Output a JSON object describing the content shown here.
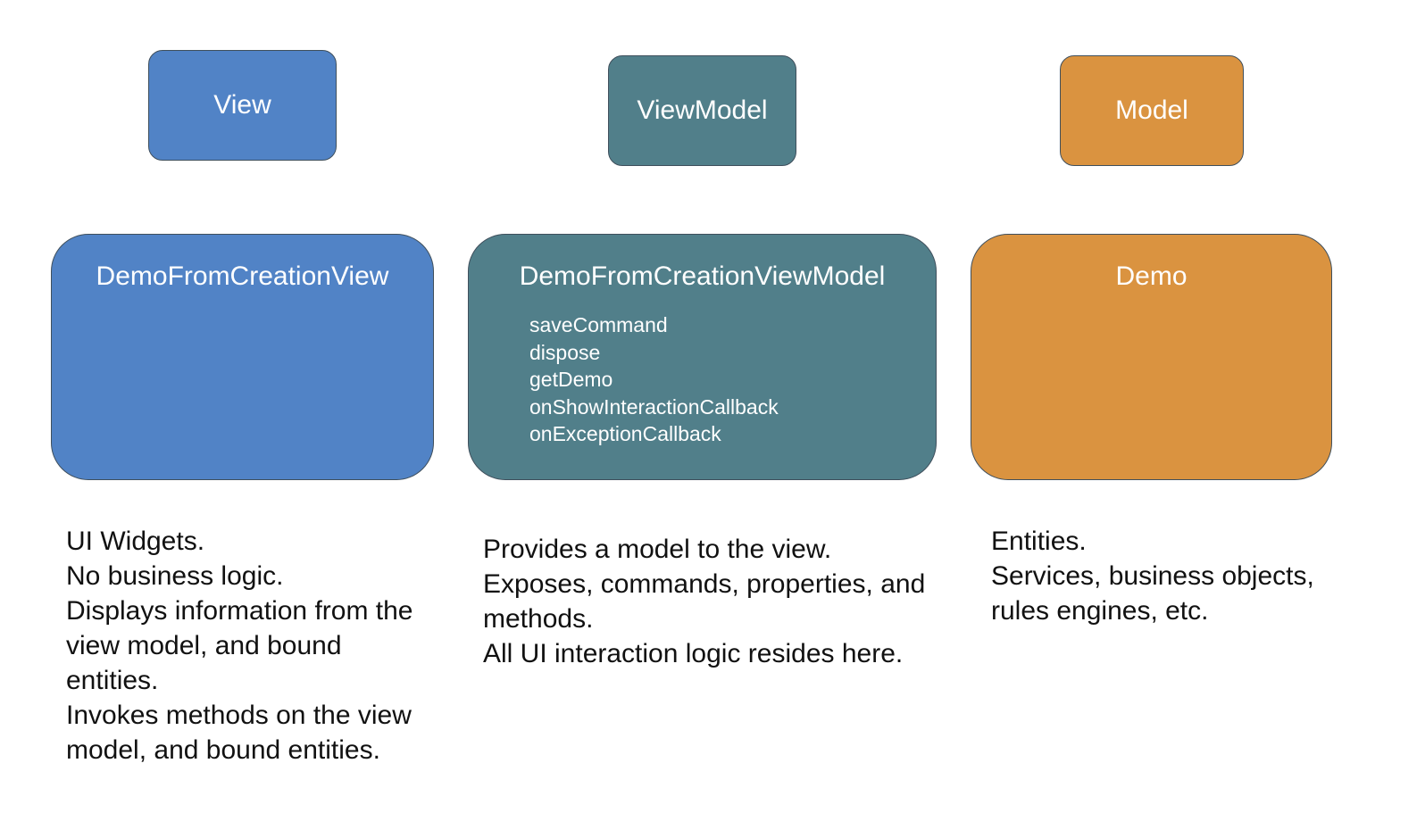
{
  "layers": {
    "view": {
      "label": "View",
      "class_name": "DemoFromCreationView",
      "description": [
        "UI Widgets.",
        "No business logic.",
        "Displays information from the view model, and bound entities.",
        "Invokes methods on the view model, and bound entities."
      ],
      "color": "#5183c6"
    },
    "viewmodel": {
      "label": "ViewModel",
      "class_name": "DemoFromCreationViewModel",
      "members": [
        "saveCommand",
        "dispose",
        "getDemo",
        "onShowInteractionCallback",
        "onExceptionCallback"
      ],
      "description": [
        "Provides a model to the view.",
        "Exposes, commands, properties, and methods.",
        "All UI interaction logic resides here."
      ],
      "color": "#517f8a"
    },
    "model": {
      "label": "Model",
      "class_name": "Demo",
      "description": [
        "Entities.",
        "Services, business objects, rules engines, etc."
      ],
      "color": "#da9340"
    }
  }
}
